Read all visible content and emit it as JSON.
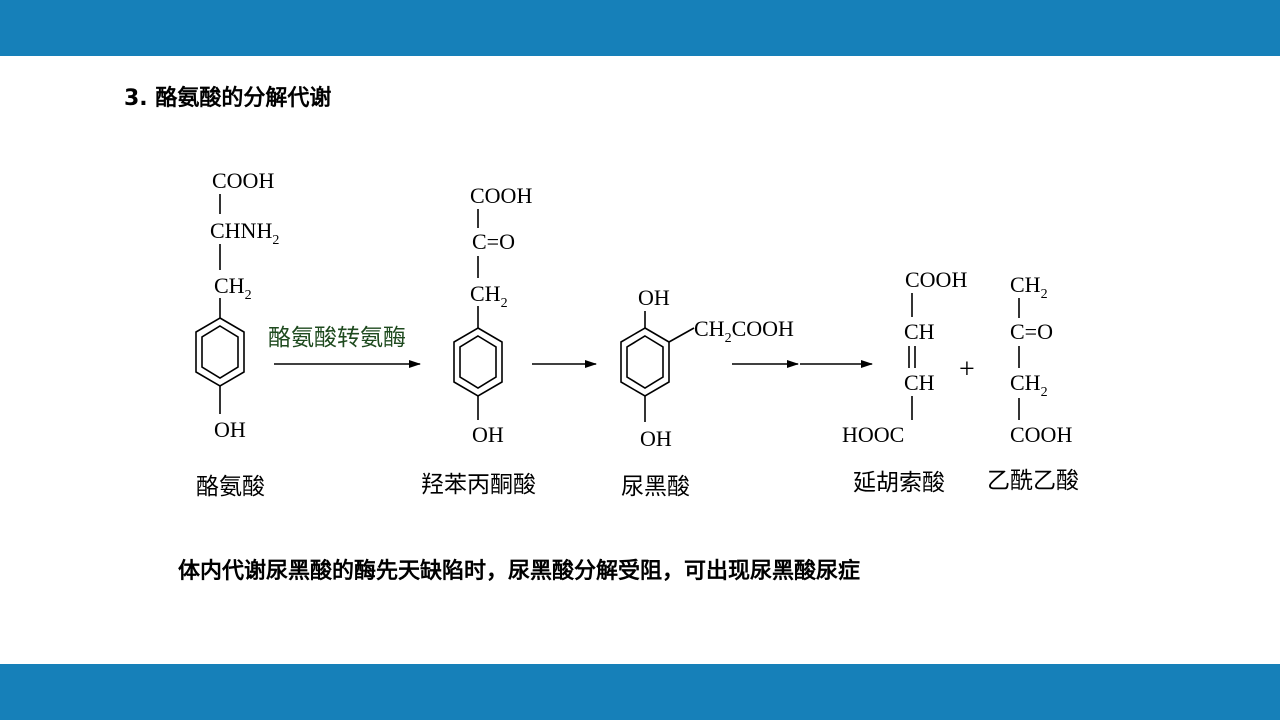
{
  "slide": {
    "title": "3. 酪氨酸的分解代谢",
    "caption": "体内代谢尿黑酸的酶先天缺陷时，尿黑酸分解受阻，可出现尿黑酸尿症",
    "band_color": "#1680b9"
  },
  "diagram": {
    "enzyme_label": "酪氨酸转氨酶",
    "plus": "+",
    "tyrosine": {
      "cooh": "COOH",
      "chnh": "CHNH",
      "nh_sub": "2",
      "ch": "CH",
      "ch_sub": "2",
      "oh": "OH",
      "name": "酪氨酸"
    },
    "hydroxyphenylpyruvate": {
      "cooh": "COOH",
      "co": "C=O",
      "ch": "CH",
      "ch_sub": "2",
      "oh": "OH",
      "name": "羟苯丙酮酸"
    },
    "homogentisate": {
      "oh_top": "OH",
      "side_ch": "CH",
      "side_sub": "2",
      "side_cooh": "COOH",
      "oh_bottom": "OH",
      "name": "尿黑酸"
    },
    "fumarate": {
      "cooh": "COOH",
      "ch1": "CH",
      "ch2": "CH",
      "hooc": "HOOC",
      "name": "延胡索酸"
    },
    "acetoacetate": {
      "ch": "CH",
      "ch_sub": "2",
      "co": "C=O",
      "ch2": "CH",
      "ch2_sub": "2",
      "cooh": "COOH",
      "name": "乙酰乙酸"
    }
  }
}
